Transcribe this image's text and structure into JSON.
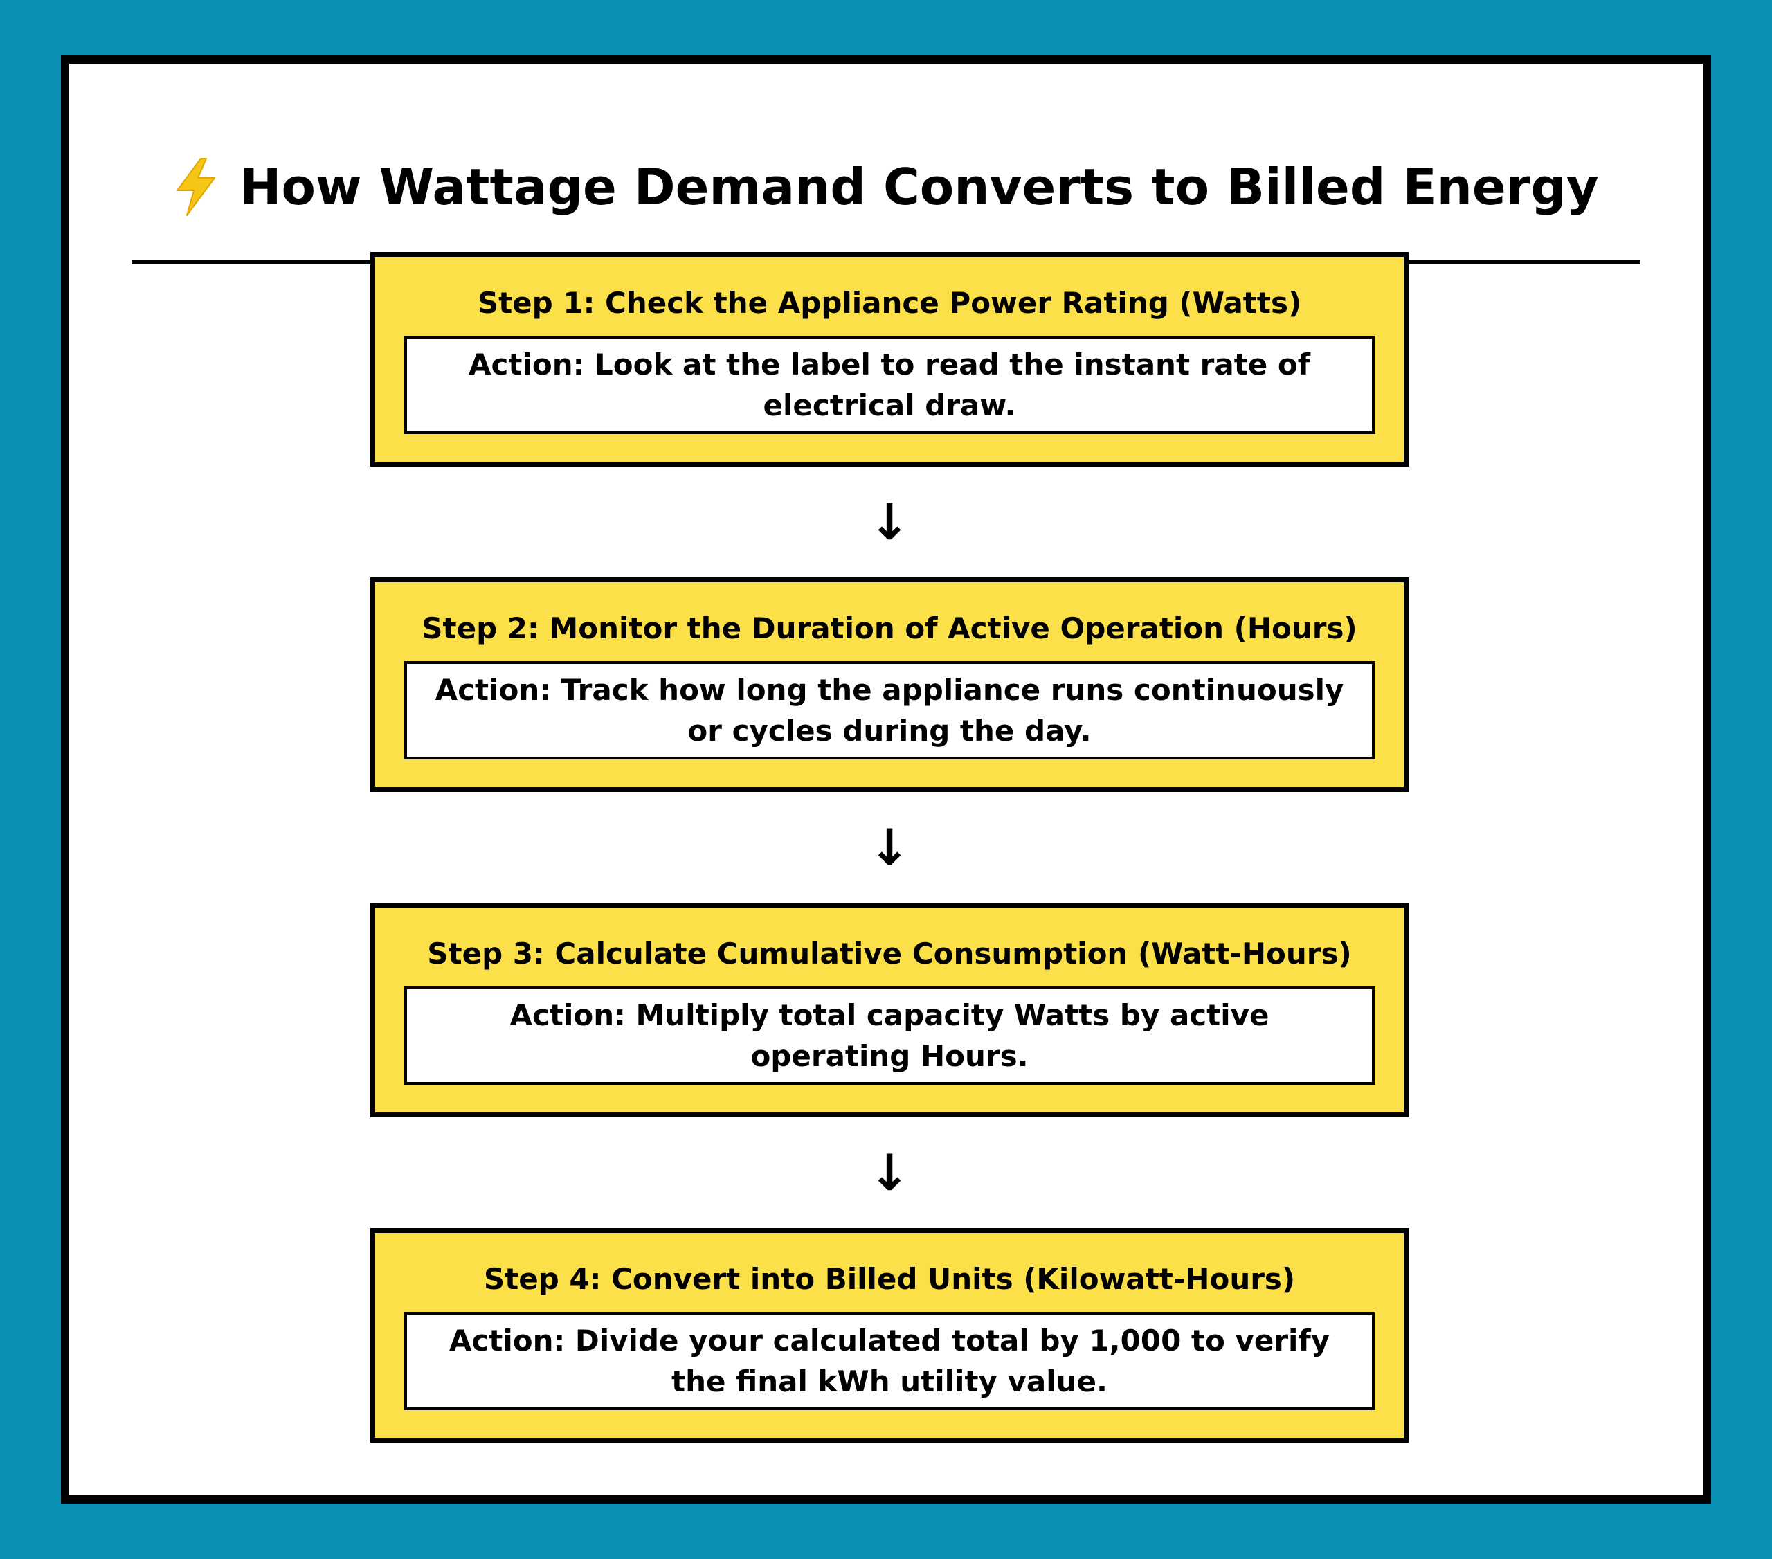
{
  "diagram": {
    "title": "How Wattage Demand Converts to Billed Energy",
    "title_icon": "lightning-bolt-icon",
    "colors": {
      "background": "#0b90b5",
      "step_fill": "#fce04a",
      "icon_fill": "#f5c518"
    },
    "steps": [
      {
        "title": "Step 1: Check the Appliance Power Rating (Watts)",
        "action": "Action: Look at the label to read the instant rate of electrical draw."
      },
      {
        "title": "Step 2: Monitor the Duration of Active Operation (Hours)",
        "action": "Action: Track how long the appliance runs continuously or cycles during the day."
      },
      {
        "title": "Step 3: Calculate Cumulative Consumption (Watt-Hours)",
        "action": "Action: Multiply total capacity Watts by active operating Hours."
      },
      {
        "title": "Step 4: Convert into Billed Units (Kilowatt-Hours)",
        "action": "Action: Divide your calculated total by 1,000 to verify the final kWh utility value."
      }
    ],
    "arrow_glyph": "↓"
  }
}
